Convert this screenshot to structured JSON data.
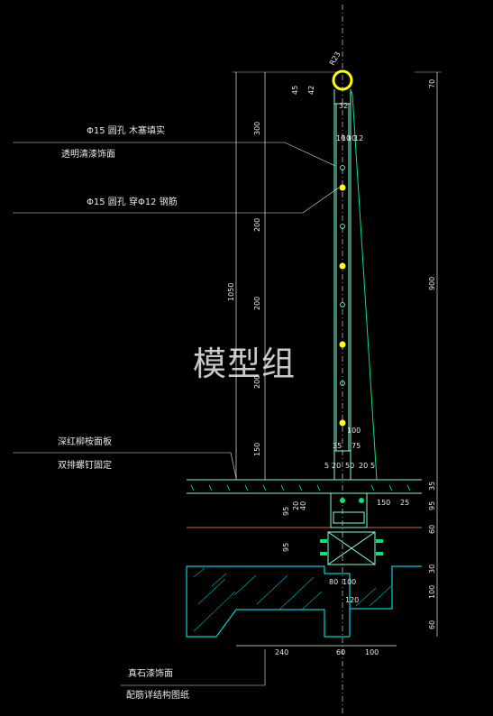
{
  "labels": {
    "hole_plug": "Φ15 圆孔 木塞填实",
    "clear_paint": "透明清漆饰面",
    "hole_rebar": "Φ15 圆孔 穿Φ12 钢筋",
    "panel": "深红柳桉面板",
    "bolts": "双排螺钉固定",
    "stone_paint": "真石漆饰面",
    "rebar_ref": "配筋详结构图纸"
  },
  "watermark": "模型组",
  "dims_left": [
    "300",
    "200",
    "200",
    "200",
    "150",
    "1050"
  ],
  "dims_top": [
    "45",
    "42",
    "10",
    "32",
    "10",
    "10",
    "12"
  ],
  "dims_right": [
    "70",
    "900",
    "35",
    "95",
    "60",
    "30",
    "100",
    "60"
  ],
  "dims_post": [
    "100",
    "35",
    "75",
    "5",
    "20",
    "50",
    "20",
    "5",
    "150",
    "25"
  ],
  "dims_base": [
    "95",
    "20",
    "40",
    "95",
    "80",
    "100",
    "120"
  ],
  "dims_bottom": [
    "240",
    "60",
    "100"
  ],
  "rail_label": "R23",
  "colors": {
    "background": "#000000",
    "dimension": "#e8e8e8",
    "outline": "#7fffd4",
    "steel": "#00e676",
    "yellow": "#ffff00",
    "cyan": "#00ffff",
    "red": "#d2691e"
  }
}
